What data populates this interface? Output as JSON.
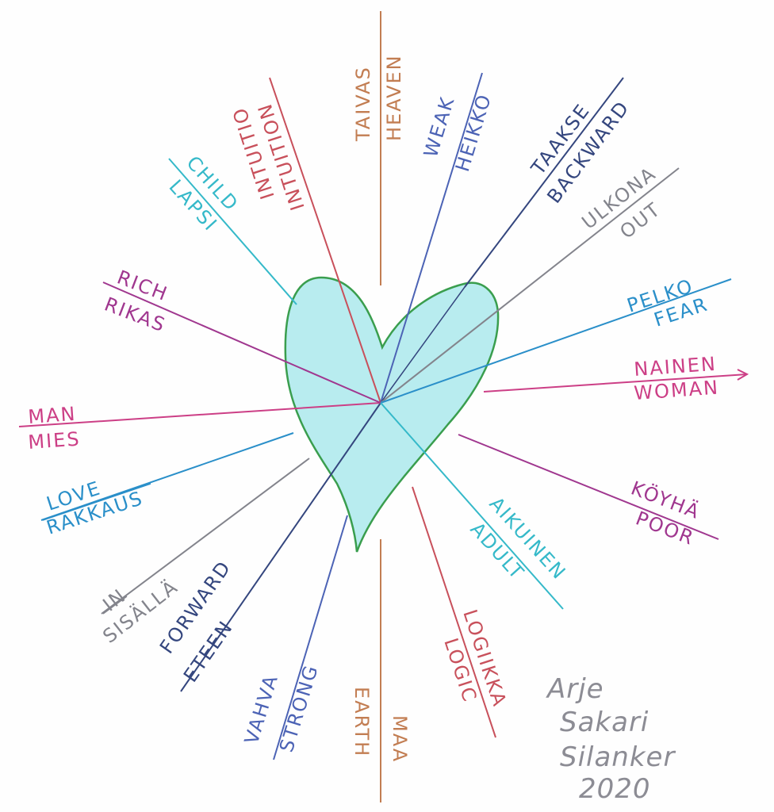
{
  "center_icon": "heart-icon",
  "spokes": [
    {
      "id": "heaven-earth",
      "color": "#c27d52",
      "top": "TAIVAS",
      "bottom": "HEAVEN",
      "top2": "EARTH",
      "bottom2": "MAA"
    },
    {
      "id": "intuition-logic",
      "color": "#c8505b",
      "top": "INTUITION",
      "bottom": "INTUITIO",
      "top2": "LOGIIKKA",
      "bottom2": "LOGIC"
    },
    {
      "id": "weak-strong",
      "color": "#4c63b5",
      "top": "WEAK",
      "bottom": "HEIKKO",
      "top2": "VAHVA",
      "bottom2": "STRONG"
    },
    {
      "id": "backward-forward",
      "color": "#34467e",
      "top": "TAAKSE",
      "bottom": "BACKWARD",
      "top2": "FORWARD",
      "bottom2": "ETEEN"
    },
    {
      "id": "out-in",
      "color": "#83848c",
      "top": "ULKONA",
      "bottom": "OUT",
      "top2": "IN",
      "bottom2": "SISÄLLÄ"
    },
    {
      "id": "fear-love",
      "color": "#2a8fc9",
      "top": "PELKO",
      "bottom": "FEAR",
      "top2": "LOVE",
      "bottom2": "RAKKAUS"
    },
    {
      "id": "woman-man",
      "color": "#cc3f86",
      "top": "NAINEN",
      "bottom": "WOMAN",
      "top2": "MAN",
      "bottom2": "MIES"
    },
    {
      "id": "poor-rich",
      "color": "#a0378f",
      "top": "KÖYHÄ",
      "bottom": "POOR",
      "top2": "RICH",
      "bottom2": "RIKAS"
    },
    {
      "id": "adult-child",
      "color": "#35b9c9",
      "top": "AIKUINEN",
      "bottom": "ADULT",
      "top2": "CHILD",
      "bottom2": "LAPSI"
    }
  ],
  "signature": {
    "line1": "Arje",
    "line2": "Sakari",
    "line3": "Silanker",
    "line4": "2020"
  },
  "colors": {
    "heart_fill": "#b8ecef",
    "heart_stroke": "#3a9e4e",
    "signature": "#8c8c94"
  }
}
